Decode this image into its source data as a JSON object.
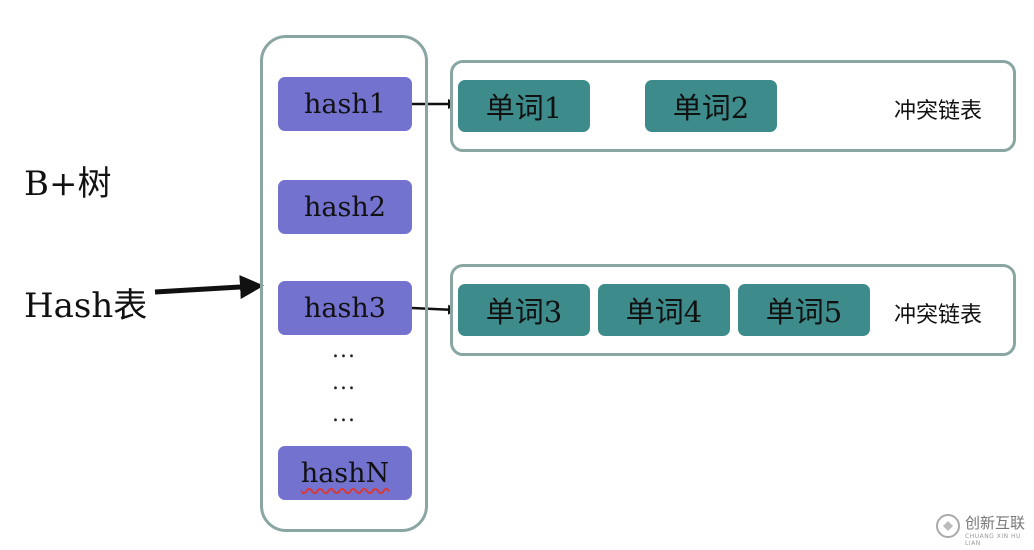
{
  "labels": {
    "bplus_tree": "B+树",
    "hash_table": "Hash表"
  },
  "hash_column": {
    "items": [
      "hash1",
      "hash2",
      "hash3",
      "hashN"
    ],
    "ellipsis": [
      "...",
      "...",
      "..."
    ]
  },
  "chains": [
    {
      "words": [
        "单词1",
        "单词2"
      ],
      "label": "冲突链表"
    },
    {
      "words": [
        "单词3",
        "单词4",
        "单词5"
      ],
      "label": "冲突链表"
    }
  ],
  "watermark": {
    "text": "创新互联",
    "subtext": "CHUANG XIN HU LIAN"
  },
  "colors": {
    "hash_box": "#7472cf",
    "word_box": "#3d8b8b",
    "border": "#8aa6a3"
  }
}
